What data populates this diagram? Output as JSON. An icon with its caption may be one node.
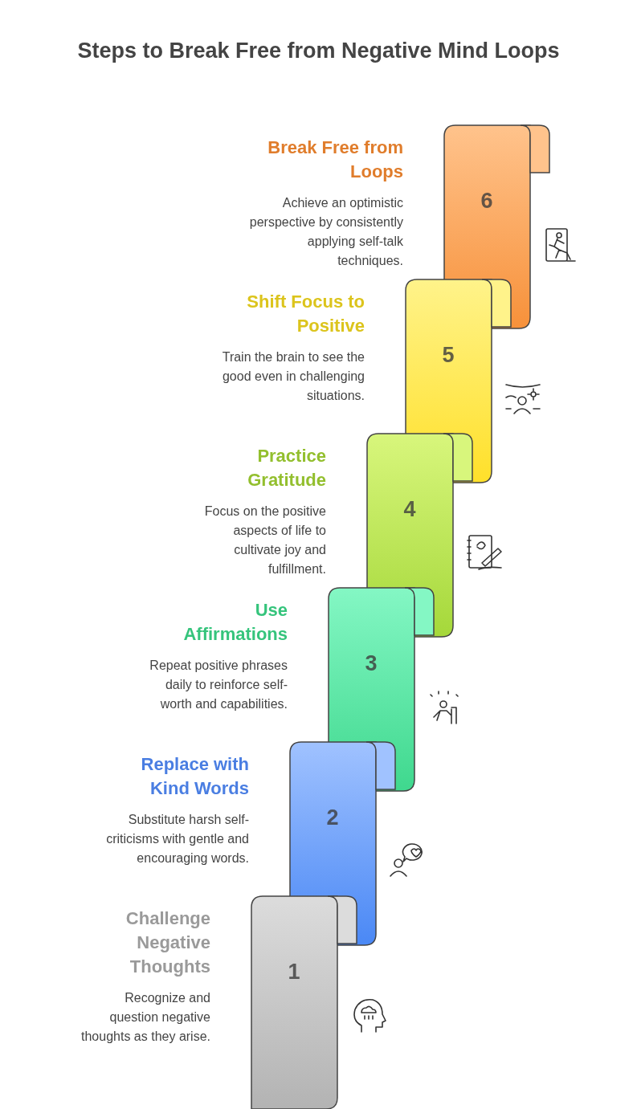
{
  "diagram": {
    "title": "Steps to Break Free from Negative Mind Loops",
    "nodes": [
      {
        "text": [
          "6"
        ],
        "beside": [
          "Break Free from Loops",
          "Achieve an optimistic perspective by consistently applying self-talk techniques."
        ]
      },
      {
        "text": [
          "5"
        ],
        "beside": [
          "Shift Focus to Positive",
          "Train the brain to see the good even in challenging situations."
        ]
      },
      {
        "text": [
          "4"
        ],
        "beside": [
          "Practice Gratitude",
          "Focus on the positive aspects of life to cultivate joy and fulfillment."
        ]
      },
      {
        "text": [
          "3"
        ],
        "beside": [
          "Use Affirmations",
          "Repeat positive phrases daily to reinforce self-worth and capabilities."
        ]
      },
      {
        "text": [
          "2"
        ],
        "beside": [
          "Replace with Kind Words",
          "Substitute harsh self-criticisms with gentle and encouraging words."
        ]
      },
      {
        "text": [
          "1"
        ],
        "beside": [
          "Challenge Negative Thoughts",
          "Recognize and question negative thoughts as they arise."
        ]
      }
    ],
    "edges": []
  }
}
